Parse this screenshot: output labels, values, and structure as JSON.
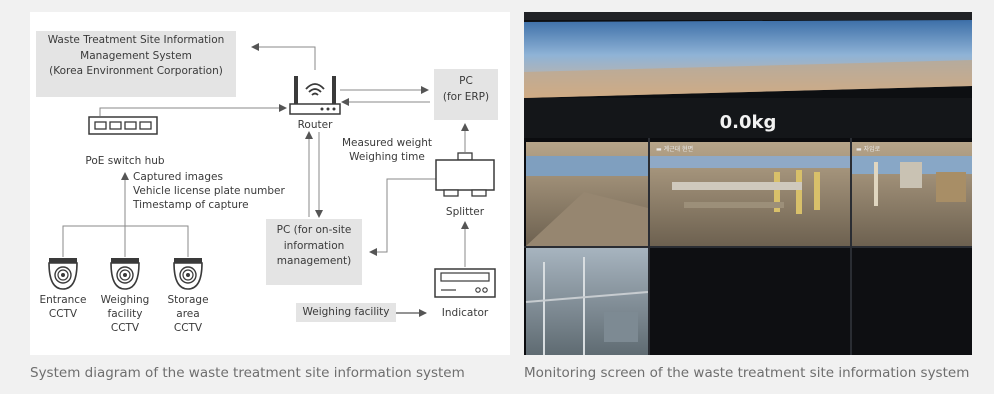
{
  "diagram": {
    "system_box": {
      "lines": [
        "Waste Treatment Site Information",
        "Management System",
        "(Korea Environment Corporation)"
      ]
    },
    "router_label": "Router",
    "pc_erp": {
      "lines": [
        "PC",
        "(for ERP)"
      ]
    },
    "poe_label": "PoE switch hub",
    "measured": {
      "lines": [
        "Measured weight",
        "Weighing time"
      ]
    },
    "captured": {
      "lines": [
        "Captured images",
        "Vehicle license plate number",
        "Timestamp of capture"
      ]
    },
    "splitter_label": "Splitter",
    "pc_onsite": {
      "lines": [
        "PC (for on-site",
        "information",
        "management)"
      ]
    },
    "indicator_label": "Indicator",
    "weighing_facility_box": "Weighing facility",
    "cameras": [
      {
        "lines": [
          "Entrance",
          "CCTV"
        ]
      },
      {
        "lines": [
          "Weighing",
          "facility",
          "CCTV"
        ]
      },
      {
        "lines": [
          "Storage",
          "area",
          "CCTV"
        ]
      }
    ]
  },
  "photo": {
    "weight_display": "0.0kg",
    "cell_labels": [
      "▬ 계근대 현면",
      "▬ 자입로"
    ]
  },
  "captions": {
    "left": "System diagram of the waste treatment site information system",
    "right": "Monitoring screen of the waste treatment site information system"
  },
  "colors": {
    "line": "#8a8a8a",
    "box": "#e4e4e4",
    "text": "#3a3a3a",
    "caption": "#6e6e6e"
  }
}
